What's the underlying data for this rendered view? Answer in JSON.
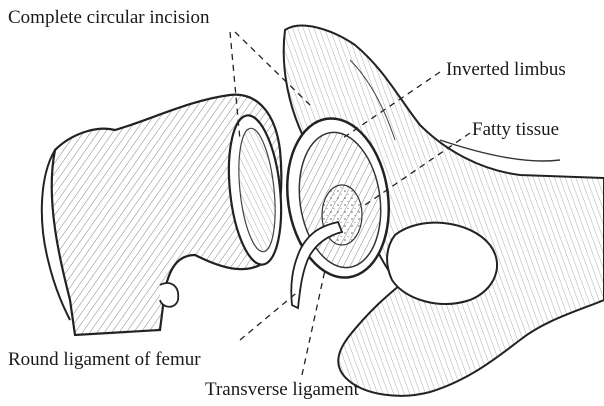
{
  "labels": {
    "incision": "Complete circular incision",
    "limbus": "Inverted limbus",
    "fatty": "Fatty tissue",
    "round_ligament": "Round ligament of femur",
    "transverse": "Transverse ligament"
  }
}
